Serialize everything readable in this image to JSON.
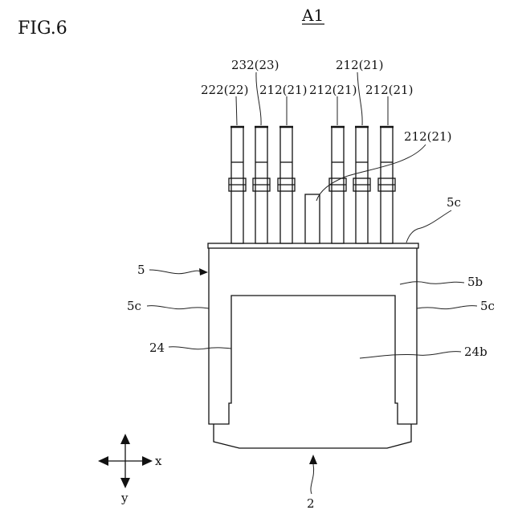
{
  "figure": {
    "fig_label": "FIG.6",
    "title": "A1"
  },
  "labels": {
    "top_row": [
      "222(22)",
      "212(21)",
      "212(21)",
      "212(21)"
    ],
    "upper_row": [
      "232(23)",
      "212(21)"
    ],
    "right_pin": "212(21)",
    "flange_top": "5c",
    "housing": "5",
    "face_5b": "5b",
    "side_left": "5c",
    "side_right": "5c",
    "opening": "24",
    "face_24b": "24b",
    "bottom": "2",
    "axis_x": "x",
    "axis_y": "y"
  }
}
